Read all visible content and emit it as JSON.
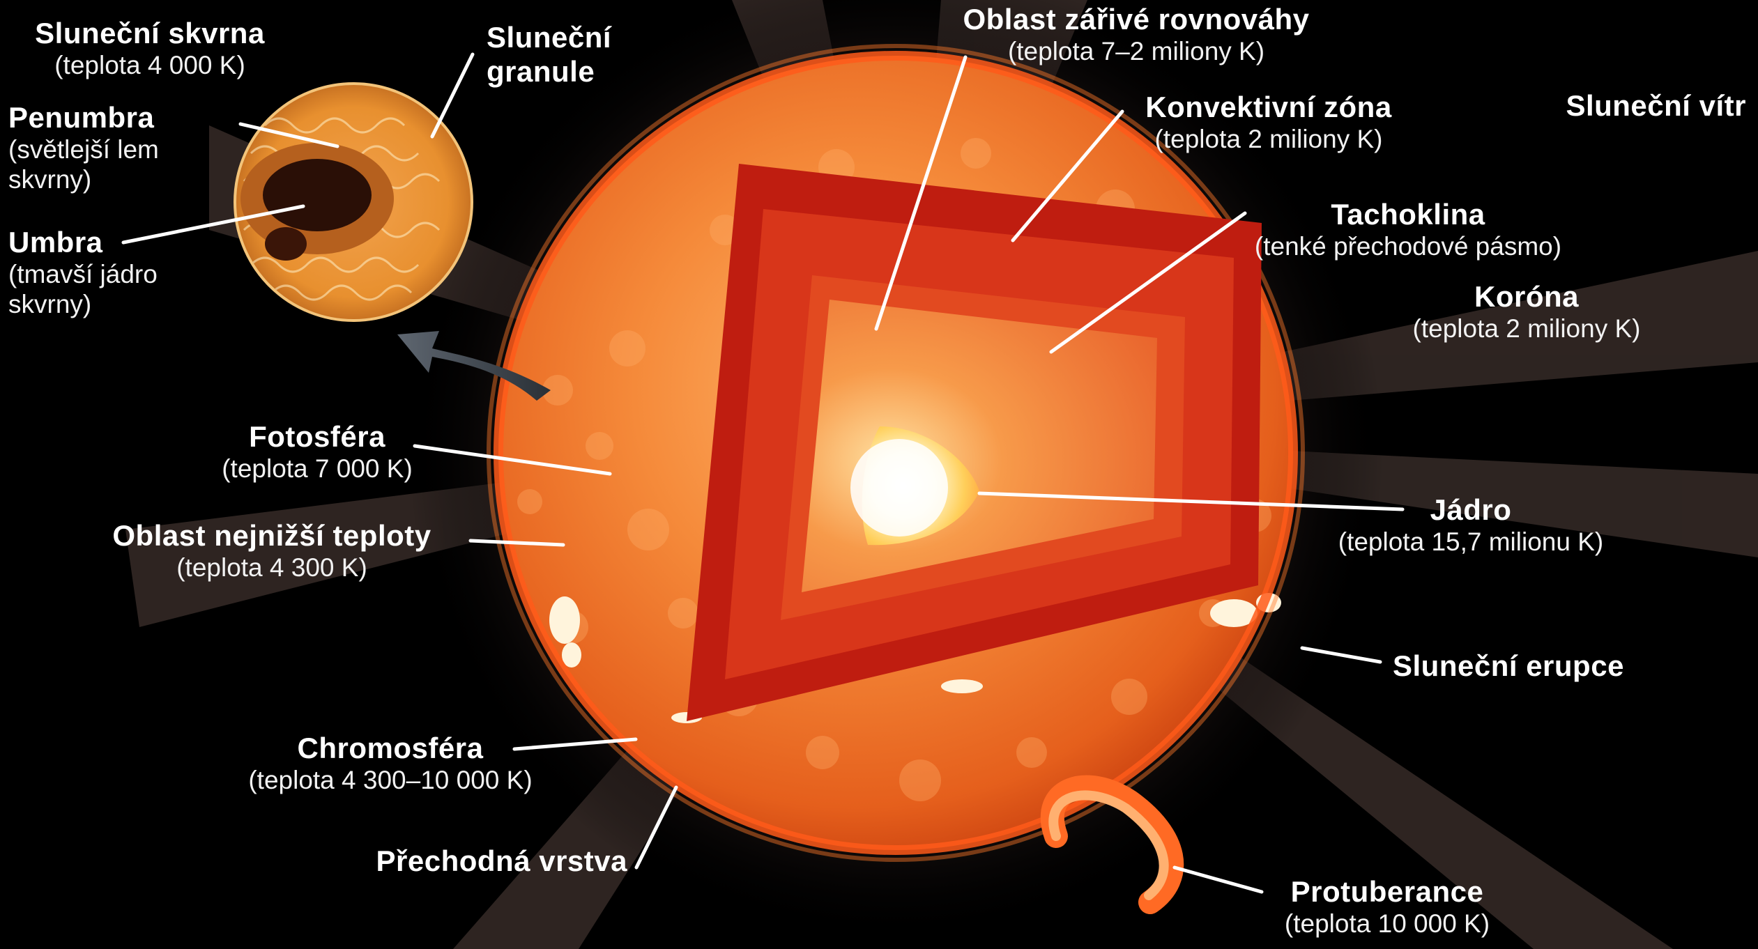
{
  "labels": {
    "sunspot": {
      "title": "Sluneční skvrna",
      "sub": "(teplota 4 000 K)"
    },
    "granules": {
      "title": "Sluneční granule"
    },
    "penumbra": {
      "title": "Penumbra",
      "sub": "(světlejší lem skvrny)"
    },
    "umbra": {
      "title": "Umbra",
      "sub": "(tmavší jádro skvrny)"
    },
    "radiative": {
      "title": "Oblast zářivé rovnováhy",
      "sub": "(teplota 7–2 miliony K)"
    },
    "convective": {
      "title": "Konvektivní zóna",
      "sub": "(teplota 2 miliony K)"
    },
    "solar_wind": {
      "title": "Sluneční vítr"
    },
    "tachocline": {
      "title": "Tachoklina",
      "sub": "(tenké přechodové pásmo)"
    },
    "corona": {
      "title": "Koróna",
      "sub": "(teplota 2 miliony K)"
    },
    "photosphere": {
      "title": "Fotosféra",
      "sub": "(teplota 7 000 K)"
    },
    "core": {
      "title": "Jádro",
      "sub": "(teplota 15,7 milionu K)"
    },
    "temp_min": {
      "title": "Oblast nejnižší teploty",
      "sub": "(teplota 4 300 K)"
    },
    "flare": {
      "title": "Sluneční erupce"
    },
    "chromosphere": {
      "title": "Chromosféra",
      "sub": "(teplota 4 300–10 000 K)"
    },
    "transition": {
      "title": "Přechodná vrstva"
    },
    "prominence": {
      "title": "Protuberance",
      "sub": "(teplota 10 000 K)"
    }
  },
  "colors": {
    "background": "#000000",
    "photosphere": "#f07a26",
    "layer_outer": "#b8180e",
    "layer_convective": "#d93a1a",
    "layer_radiative": "#ee6a2c",
    "core": "#ffffff",
    "label_text": "#ffffff",
    "leader_line": "#ffffff"
  }
}
